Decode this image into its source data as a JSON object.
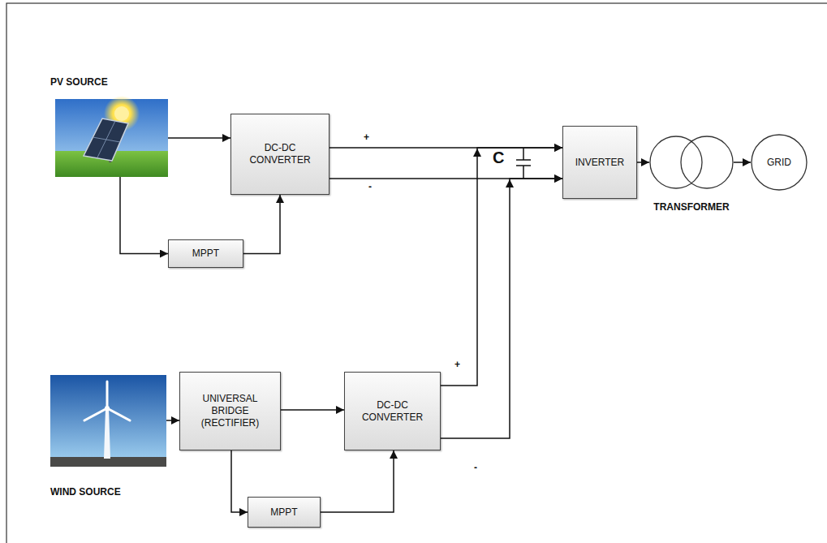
{
  "diagram": {
    "nodes": [
      {
        "text": [
          "PV SOURCE"
        ]
      },
      {
        "text": [
          "DC-DC CONVERTER"
        ]
      },
      {
        "text": [
          "MPPT"
        ]
      },
      {
        "text": [
          "INVERTER"
        ]
      },
      {
        "text": [
          "TRANSFORMER"
        ]
      },
      {
        "text": [
          "GRID"
        ]
      },
      {
        "text": [
          "WIND SOURCE"
        ]
      },
      {
        "text": [
          "UNIVERSAL BRIDGE (RECTIFIER)"
        ]
      },
      {
        "text": [
          "DC-DC CONVERTER"
        ]
      },
      {
        "text": [
          "MPPT"
        ]
      }
    ],
    "edges": [
      {
        "from": 0,
        "to": 1,
        "arrow": "to"
      },
      {
        "from": 0,
        "to": 2,
        "arrow": "to"
      },
      {
        "from": 2,
        "to": 1,
        "arrow": "to"
      },
      {
        "from": 1,
        "to": 3,
        "arrow": "to",
        "label": "+"
      },
      {
        "from": 1,
        "to": 3,
        "arrow": "to",
        "label": "-"
      },
      {
        "from": 8,
        "to": 3,
        "arrow": "to",
        "label": "+"
      },
      {
        "from": 8,
        "to": 3,
        "arrow": "to",
        "label": "-"
      },
      {
        "from": 3,
        "to": 4,
        "arrow": "to"
      },
      {
        "from": 4,
        "to": 5,
        "arrow": "to"
      },
      {
        "from": 6,
        "to": 7,
        "arrow": "to"
      },
      {
        "from": 7,
        "to": 8,
        "arrow": "to"
      },
      {
        "from": 7,
        "to": 9,
        "arrow": "to"
      },
      {
        "from": 9,
        "to": 8,
        "arrow": "to"
      }
    ],
    "labels": [
      "C"
    ]
  }
}
